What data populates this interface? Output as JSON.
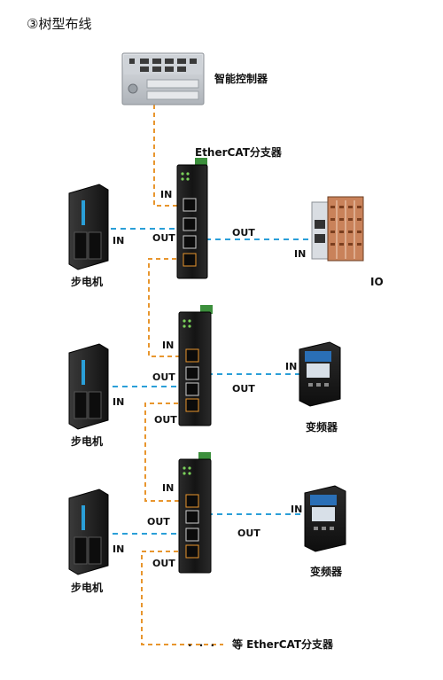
{
  "title": "③树型布线",
  "controller": {
    "label": "智能控制器"
  },
  "splitter": {
    "label": "EtherCAT分支器"
  },
  "io_module": {
    "label": "IO"
  },
  "devices": {
    "stepper_1": "步电机",
    "stepper_2": "步电机",
    "stepper_3": "步电机",
    "inverter_1": "变频器",
    "inverter_2": "变频器"
  },
  "ports": {
    "in": "IN",
    "out": "OUT"
  },
  "footer": {
    "dots": "· · ·",
    "text": "等  EtherCAT分支器"
  },
  "colors": {
    "uplink_cable": "#e8962e",
    "device_cable": "#2a9fd8",
    "hardware_dark": "#1f1f1f",
    "controller_body": "#c9cdd2"
  }
}
